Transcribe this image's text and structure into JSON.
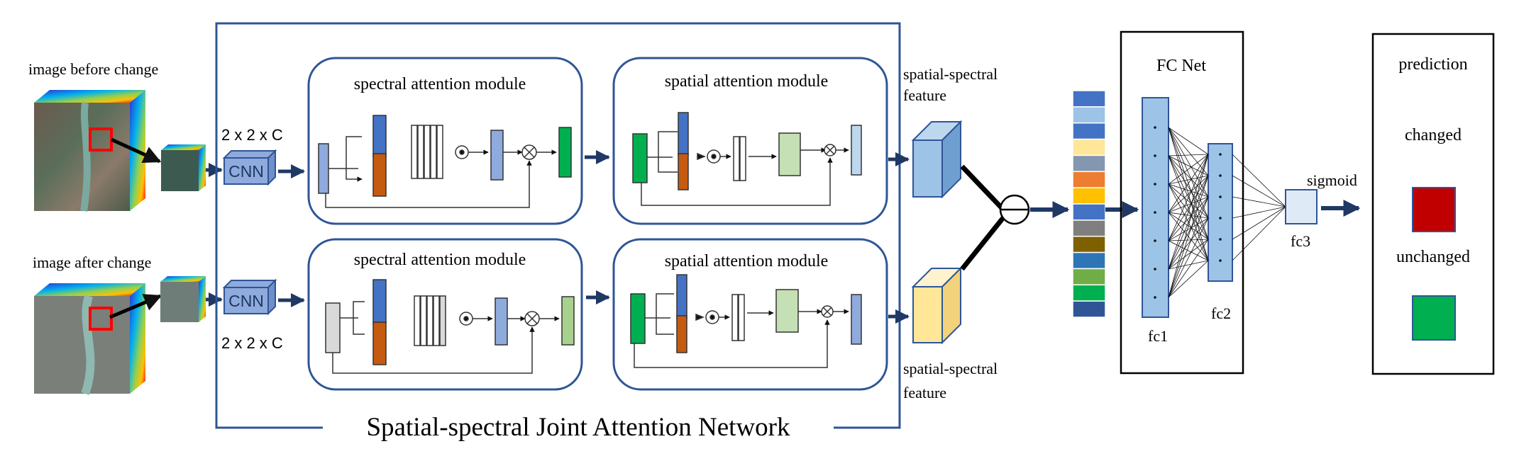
{
  "inputs": {
    "before_label": "image before change",
    "after_label": "image after change"
  },
  "cnn": {
    "label": "CNN",
    "size_top": "2 x 2 x C",
    "size_bottom": "2 x 2 x C"
  },
  "network": {
    "title": "Spatial-spectral Joint Attention Network",
    "spectral_module_label": "spectral attention module",
    "spatial_module_label": "spatial attention module"
  },
  "features": {
    "top_label_line1": "spatial-spectral",
    "top_label_line2": "feature",
    "bottom_label_line1": "spatial-spectral",
    "bottom_label_line2": "feature"
  },
  "fc_net": {
    "title": "FC  Net",
    "fc1": "fc1",
    "fc2": "fc2",
    "fc3": "fc3",
    "activation": "sigmoid"
  },
  "prediction": {
    "title": "prediction",
    "changed": "changed",
    "unchanged": "unchanged",
    "changed_color": "#c00000",
    "unchanged_color": "#00b050"
  },
  "palette": {
    "frame": "#2f5597",
    "arrow": "#1f3864",
    "block_blue": "#8faadc",
    "block_dark_blue": "#4472c4",
    "block_orange": "#c55a11",
    "block_green": "#00b050",
    "block_light_green": "#a9d18e",
    "feature_blue": "#9dc3e6",
    "feature_yellow": "#ffe699"
  },
  "concat_vector_colors": [
    "#4472c4",
    "#9dc3e6",
    "#4472c4",
    "#ffe699",
    "#8497b0",
    "#ed7d31",
    "#ffc000",
    "#4472c4",
    "#7f7f7f",
    "#7f6000",
    "#2e75b6",
    "#70ad47",
    "#00b050",
    "#2f5597"
  ]
}
